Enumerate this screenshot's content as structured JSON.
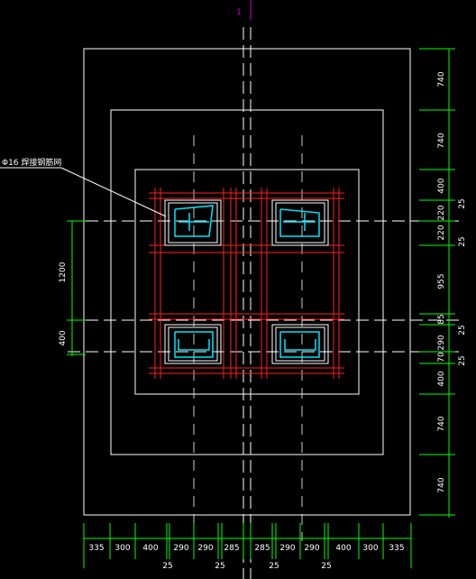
{
  "title_mark": "1",
  "callout_label": "Φ16 焊接钢筋网",
  "colors": {
    "background": "#000000",
    "outline": "#ffffff",
    "dimension": "#00ff00",
    "rebar": "#ff2020",
    "detail": "#00e5ff",
    "title": "#cc00cc"
  },
  "dims": {
    "right": [
      "740",
      "740",
      "400",
      "220",
      "220",
      "955",
      "85",
      "290",
      "70",
      "400",
      "740",
      "740"
    ],
    "right_small": [
      "25",
      "25",
      "25",
      "25"
    ],
    "left": [
      "1200",
      "400"
    ],
    "bottom": [
      "335",
      "300",
      "400",
      "290",
      "290",
      "285",
      "285",
      "290",
      "290",
      "400",
      "300",
      "335"
    ],
    "bottom_small": [
      "25",
      "25",
      "25",
      "25"
    ]
  }
}
